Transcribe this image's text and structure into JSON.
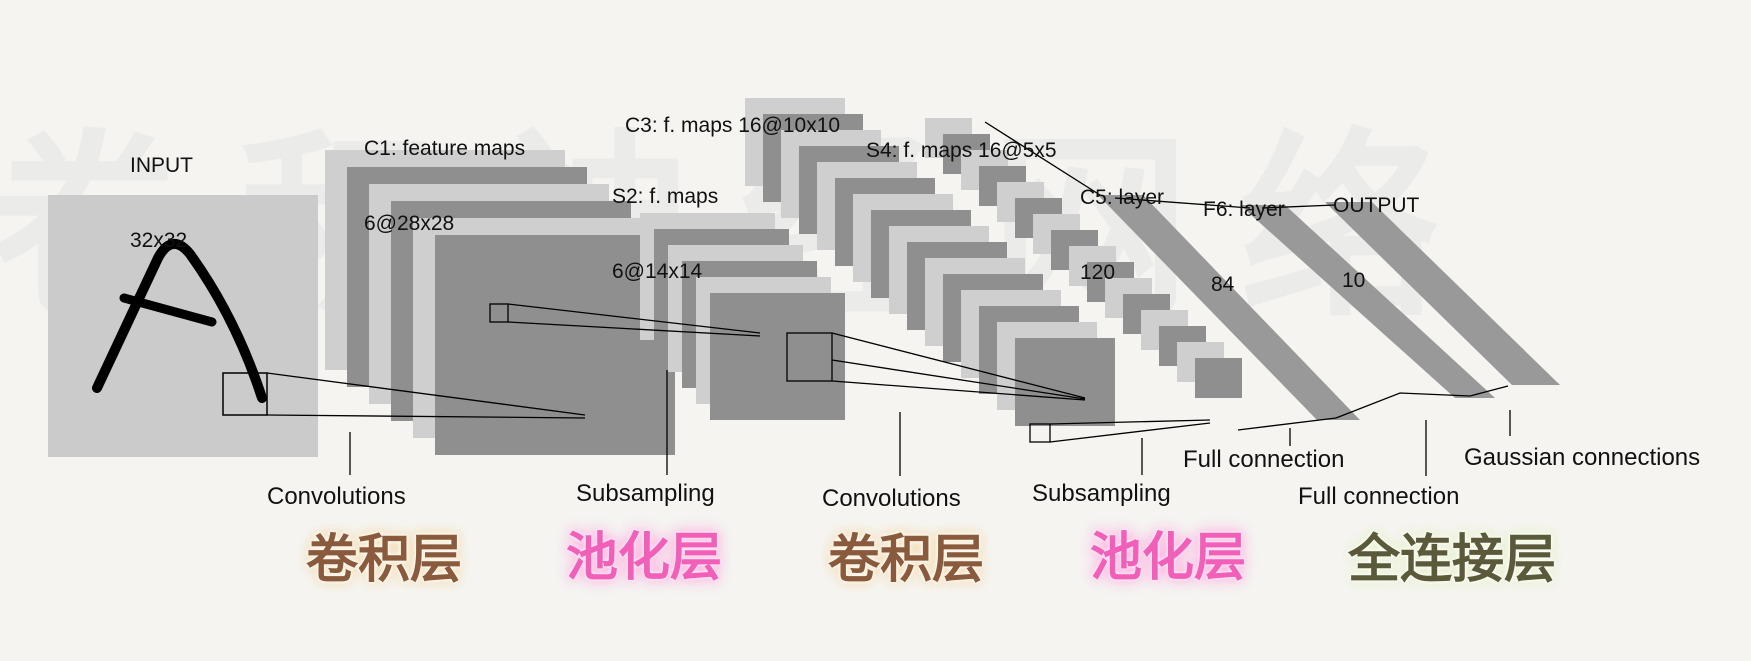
{
  "watermark": "卷积神经网络",
  "diagram": {
    "input": {
      "title": "INPUT",
      "size": "32x32"
    },
    "c1": {
      "title": "C1: feature maps",
      "size": "6@28x28"
    },
    "s2": {
      "title": "S2: f. maps",
      "size": "6@14x14"
    },
    "c3": {
      "title": "C3: f. maps 16@10x10"
    },
    "s4": {
      "title": "S4: f. maps 16@5x5"
    },
    "c5": {
      "title": "C5: layer",
      "size": "120"
    },
    "f6": {
      "title": "F6: layer",
      "size": "84"
    },
    "output": {
      "title": "OUTPUT",
      "size": "10"
    },
    "operations": [
      "Convolutions",
      "Subsampling",
      "Convolutions",
      "Subsampling",
      "Full connection",
      "Full connection",
      "Gaussian connections"
    ],
    "chinese_labels": {
      "conv1": "卷积层",
      "pool1": "池化层",
      "conv2": "卷积层",
      "pool2": "池化层",
      "fc": "全连接层"
    }
  },
  "colors": {
    "light_map": "#cfcfcf",
    "dark_map": "#8f8f8f",
    "input_bg": "#cbcbcb",
    "conv_text": "#8a5a3c",
    "pool_text": "#f25fb8",
    "fc_text": "#5a5a3a"
  }
}
